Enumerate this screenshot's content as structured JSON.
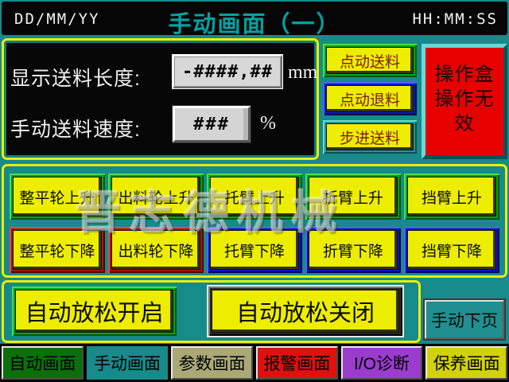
{
  "topbar": {
    "date": "DD/MM/YY",
    "title": "手动画面（一）",
    "time": "HH:MM:SS"
  },
  "feed_panel": {
    "length_label": "显示送料长度:",
    "length_value": "-####,##",
    "length_unit": "mm",
    "speed_label": "手动送料速度:",
    "speed_value": "###",
    "speed_unit": "%"
  },
  "jog_buttons": [
    {
      "label": "点动送料"
    },
    {
      "label": "点动退料"
    },
    {
      "label": "步进送料"
    }
  ],
  "status_box": {
    "text": "操作盒操作无效"
  },
  "manual_buttons": {
    "rows": [
      [
        {
          "label": "整平轮上升"
        },
        {
          "label": "出料轮上升"
        },
        {
          "label": "托臂上升"
        },
        {
          "label": "折臂上升"
        },
        {
          "label": "挡臂上升"
        }
      ],
      [
        {
          "label": "整平轮下降"
        },
        {
          "label": "出料轮下降"
        },
        {
          "label": "托臂下降"
        },
        {
          "label": "折臂下降"
        },
        {
          "label": "挡臂下降"
        }
      ]
    ]
  },
  "watermark": "晋志德机械",
  "release_buttons": [
    {
      "label": "自动放松开启"
    },
    {
      "label": "自动放松关闭"
    }
  ],
  "next_page_button": {
    "label": "手动下页"
  },
  "navbar": [
    {
      "label": "自动画面"
    },
    {
      "label": "手动画面"
    },
    {
      "label": "参数画面"
    },
    {
      "label": "报警画面"
    },
    {
      "label": "I/O诊断"
    },
    {
      "label": "保养画面"
    }
  ],
  "colors": {
    "screen_teal": "#178A8A",
    "button_yellow": "#EDED00",
    "frame_green": "#00A814",
    "frame_blue": "#0A14CC",
    "frame_red": "#A81414",
    "status_red": "#E60000",
    "title_teal": "#00A2A2",
    "jog_text_red": "#7E1E00",
    "nav_auto_green": "#0B700B",
    "nav_param_khaki": "#ABA878",
    "nav_alarm_red": "#DE1010",
    "nav_io_purple": "#9A3CCE",
    "nav_maint_yellow": "#D2D20A"
  }
}
